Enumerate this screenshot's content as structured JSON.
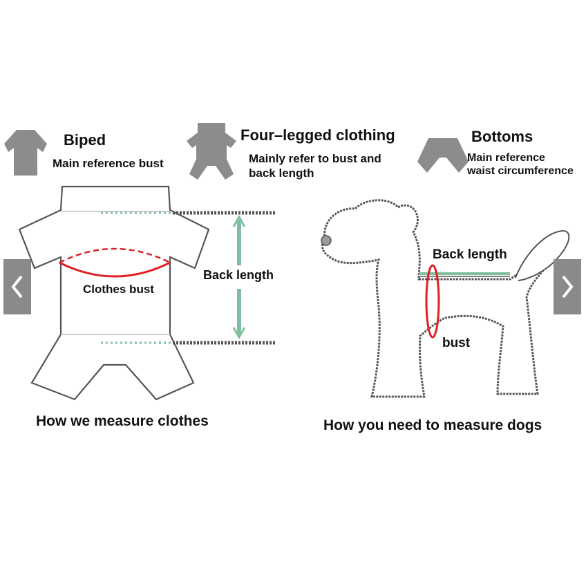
{
  "categories": {
    "biped": {
      "title": "Biped",
      "desc": "Main reference bust"
    },
    "four_legged": {
      "title": "Four–legged clothing",
      "desc_line1": "Mainly refer to bust and",
      "desc_line2": "back length"
    },
    "bottoms": {
      "title": "Bottoms",
      "desc_line1": "Main reference",
      "desc_line2": "waist circumference"
    }
  },
  "clothes_diagram": {
    "bust_label": "Clothes bust",
    "back_length_label": "Back length",
    "caption": "How we measure clothes"
  },
  "dog_diagram": {
    "back_length_label": "Back length",
    "bust_label": "bust",
    "caption": "How you need to measure dogs"
  },
  "icons": {
    "prev": "chevron-left-icon",
    "next": "chevron-right-icon",
    "biped": "biped-shirt-icon",
    "four_legged": "four-legged-suit-icon",
    "bottoms": "bottoms-icon"
  },
  "colors": {
    "icon_gray": "#8c8c8c",
    "outline": "#333333",
    "measure_red": "#e01f26",
    "measure_green": "#7fbfa0",
    "dotted_gray": "#555555",
    "nav_bg": "#8a8a8a"
  }
}
